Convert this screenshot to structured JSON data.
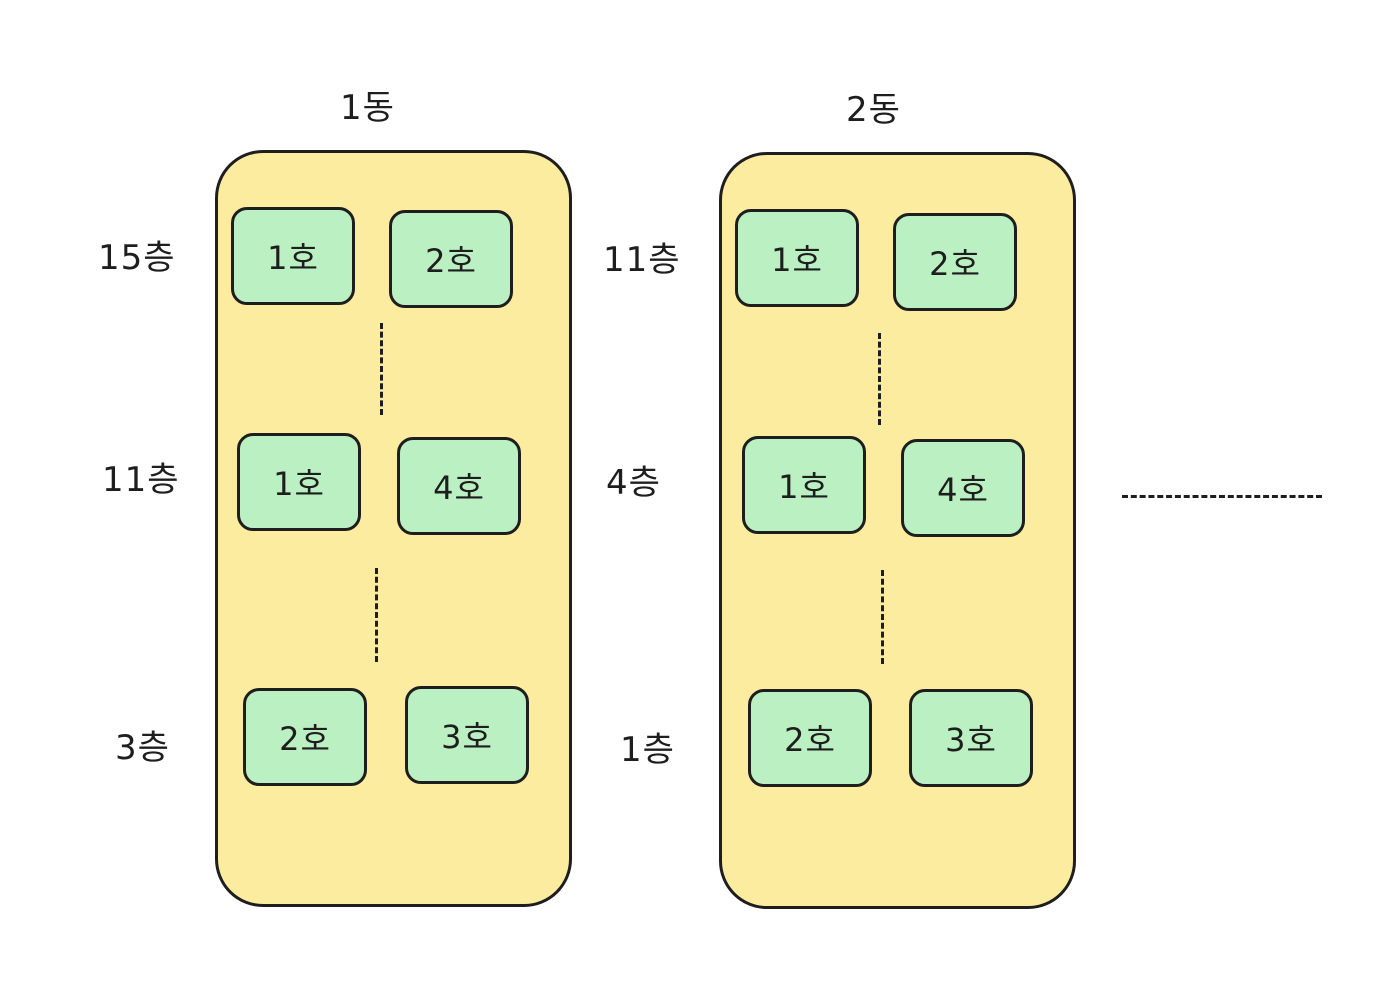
{
  "buildings": [
    {
      "title": "1동",
      "floors": [
        "15층",
        "11층",
        "3층"
      ],
      "units": [
        "1호",
        "2호",
        "1호",
        "4호",
        "2호",
        "3호"
      ]
    },
    {
      "title": "2동",
      "floors": [
        "11층",
        "4층",
        "1층"
      ],
      "units": [
        "1호",
        "2호",
        "1호",
        "4호",
        "2호",
        "3호"
      ]
    }
  ],
  "colors": {
    "building_fill": "#fcec9f",
    "unit_fill": "#bbf0c2",
    "stroke": "#1e1e1e"
  }
}
